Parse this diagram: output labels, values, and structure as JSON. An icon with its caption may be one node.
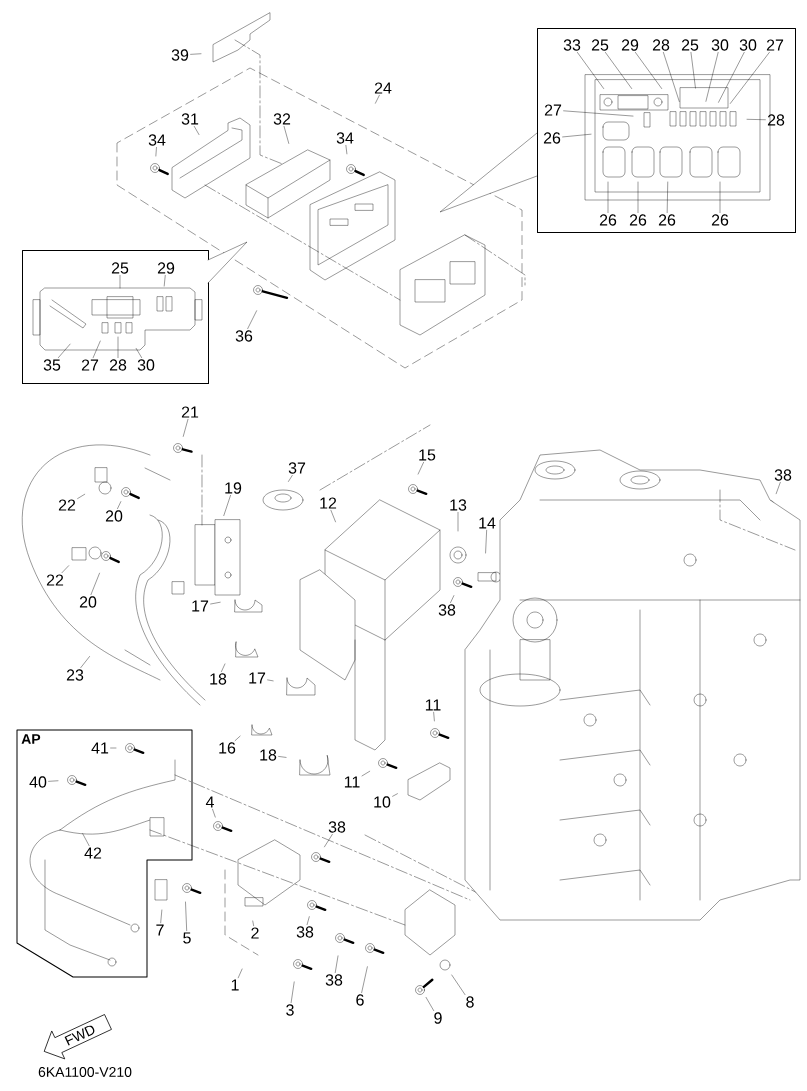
{
  "diagram": {
    "nodes": [
      {
        "text": [
          "39"
        ]
      },
      {
        "text": [
          "24"
        ]
      },
      {
        "text": [
          "31"
        ]
      },
      {
        "text": [
          "32"
        ]
      },
      {
        "text": [
          "34"
        ]
      },
      {
        "text": [
          "34"
        ]
      },
      {
        "text": [
          "36"
        ]
      },
      {
        "text": [],
        "shape": "box"
      },
      {
        "text": [
          "25"
        ],
        "in": 7
      },
      {
        "text": [
          "29"
        ],
        "in": 7
      },
      {
        "text": [
          "35"
        ],
        "in": 7
      },
      {
        "text": [
          "27"
        ],
        "in": 7
      },
      {
        "text": [
          "28"
        ],
        "in": 7
      },
      {
        "text": [
          "30"
        ],
        "in": 7
      },
      {
        "text": [],
        "shape": "box"
      },
      {
        "text": [
          "33"
        ],
        "in": 14
      },
      {
        "text": [
          "25"
        ],
        "in": 14
      },
      {
        "text": [
          "29"
        ],
        "in": 14
      },
      {
        "text": [
          "28"
        ],
        "in": 14
      },
      {
        "text": [
          "25"
        ],
        "in": 14
      },
      {
        "text": [
          "30"
        ],
        "in": 14
      },
      {
        "text": [
          "30"
        ],
        "in": 14
      },
      {
        "text": [
          "27"
        ],
        "in": 14
      },
      {
        "text": [
          "27"
        ],
        "in": 14
      },
      {
        "text": [
          "28"
        ],
        "in": 14
      },
      {
        "text": [
          "26"
        ],
        "in": 14
      },
      {
        "text": [
          "26"
        ],
        "in": 14
      },
      {
        "text": [
          "26"
        ],
        "in": 14
      },
      {
        "text": [
          "26"
        ],
        "in": 14
      },
      {
        "text": [
          "26"
        ],
        "in": 14
      },
      {
        "text": [
          "21"
        ]
      },
      {
        "text": [
          "22"
        ]
      },
      {
        "text": [
          "20"
        ]
      },
      {
        "text": [
          "19"
        ]
      },
      {
        "text": [
          "37"
        ]
      },
      {
        "text": [
          "12"
        ]
      },
      {
        "text": [
          "15"
        ]
      },
      {
        "text": [
          "13"
        ]
      },
      {
        "text": [
          "14"
        ]
      },
      {
        "text": [
          "38"
        ]
      },
      {
        "text": [
          "22"
        ]
      },
      {
        "text": [
          "20"
        ]
      },
      {
        "text": [
          "38"
        ]
      },
      {
        "text": [
          "17"
        ]
      },
      {
        "text": [
          "23"
        ]
      },
      {
        "text": [
          "18"
        ]
      },
      {
        "text": [
          "17"
        ]
      },
      {
        "text": [
          "11"
        ]
      },
      {
        "text": [
          "16"
        ]
      },
      {
        "text": [
          "18"
        ]
      },
      {
        "text": [
          "11"
        ]
      },
      {
        "text": [
          "10"
        ]
      },
      {
        "text": [
          "AP"
        ]
      },
      {
        "text": [
          "41"
        ],
        "in": 52
      },
      {
        "text": [
          "40"
        ],
        "in": 52
      },
      {
        "text": [
          "42"
        ],
        "in": 52
      },
      {
        "text": [
          "4"
        ]
      },
      {
        "text": [
          "38"
        ]
      },
      {
        "text": [
          "7"
        ]
      },
      {
        "text": [
          "5"
        ]
      },
      {
        "text": [
          "2"
        ]
      },
      {
        "text": [
          "38"
        ]
      },
      {
        "text": [
          "1"
        ]
      },
      {
        "text": [
          "38"
        ]
      },
      {
        "text": [
          "3"
        ]
      },
      {
        "text": [
          "6"
        ]
      },
      {
        "text": [
          "9"
        ]
      },
      {
        "text": [
          "8"
        ]
      },
      {
        "text": [
          "FWD"
        ]
      }
    ],
    "edges": [
      {
        "from": 0,
        "to": null,
        "arrow": "none"
      },
      {
        "from": 1,
        "to": null,
        "arrow": "none"
      },
      {
        "from": 2,
        "to": null,
        "arrow": "none"
      },
      {
        "from": 3,
        "to": null,
        "arrow": "none"
      },
      {
        "from": 4,
        "to": null,
        "arrow": "none"
      },
      {
        "from": 5,
        "to": null,
        "arrow": "none"
      },
      {
        "from": 6,
        "to": null,
        "arrow": "none"
      },
      {
        "from": 8,
        "to": null,
        "arrow": "none"
      },
      {
        "from": 9,
        "to": null,
        "arrow": "none"
      },
      {
        "from": 10,
        "to": null,
        "arrow": "none"
      },
      {
        "from": 11,
        "to": null,
        "arrow": "none"
      },
      {
        "from": 12,
        "to": null,
        "arrow": "none"
      },
      {
        "from": 13,
        "to": null,
        "arrow": "none"
      },
      {
        "from": 15,
        "to": null,
        "arrow": "none"
      },
      {
        "from": 16,
        "to": null,
        "arrow": "none"
      },
      {
        "from": 17,
        "to": null,
        "arrow": "none"
      },
      {
        "from": 18,
        "to": null,
        "arrow": "none"
      },
      {
        "from": 19,
        "to": null,
        "arrow": "none"
      },
      {
        "from": 20,
        "to": null,
        "arrow": "none"
      },
      {
        "from": 21,
        "to": null,
        "arrow": "none"
      },
      {
        "from": 22,
        "to": null,
        "arrow": "none"
      },
      {
        "from": 23,
        "to": null,
        "arrow": "none"
      },
      {
        "from": 24,
        "to": null,
        "arrow": "none"
      },
      {
        "from": 25,
        "to": null,
        "arrow": "none"
      },
      {
        "from": 26,
        "to": null,
        "arrow": "none"
      },
      {
        "from": 27,
        "to": null,
        "arrow": "none"
      },
      {
        "from": 28,
        "to": null,
        "arrow": "none"
      },
      {
        "from": 29,
        "to": null,
        "arrow": "none"
      },
      {
        "from": 30,
        "to": null,
        "arrow": "none"
      },
      {
        "from": 31,
        "to": null,
        "arrow": "none"
      },
      {
        "from": 32,
        "to": null,
        "arrow": "none"
      },
      {
        "from": 33,
        "to": null,
        "arrow": "none"
      },
      {
        "from": 34,
        "to": null,
        "arrow": "none"
      },
      {
        "from": 35,
        "to": null,
        "arrow": "none"
      },
      {
        "from": 36,
        "to": null,
        "arrow": "none"
      },
      {
        "from": 37,
        "to": null,
        "arrow": "none"
      },
      {
        "from": 38,
        "to": null,
        "arrow": "none"
      },
      {
        "from": 39,
        "to": null,
        "arrow": "none"
      },
      {
        "from": 40,
        "to": null,
        "arrow": "none"
      },
      {
        "from": 41,
        "to": null,
        "arrow": "none"
      },
      {
        "from": 42,
        "to": null,
        "arrow": "none"
      },
      {
        "from": 43,
        "to": null,
        "arrow": "none"
      },
      {
        "from": 44,
        "to": null,
        "arrow": "none"
      },
      {
        "from": 45,
        "to": null,
        "arrow": "none"
      },
      {
        "from": 46,
        "to": null,
        "arrow": "none"
      },
      {
        "from": 47,
        "to": null,
        "arrow": "none"
      },
      {
        "from": 48,
        "to": null,
        "arrow": "none"
      },
      {
        "from": 49,
        "to": null,
        "arrow": "none"
      },
      {
        "from": 50,
        "to": null,
        "arrow": "none"
      },
      {
        "from": 51,
        "to": null,
        "arrow": "none"
      },
      {
        "from": 53,
        "to": null,
        "arrow": "none"
      },
      {
        "from": 54,
        "to": null,
        "arrow": "none"
      },
      {
        "from": 55,
        "to": null,
        "arrow": "none"
      },
      {
        "from": 56,
        "to": null,
        "arrow": "none"
      },
      {
        "from": 57,
        "to": null,
        "arrow": "none"
      },
      {
        "from": 58,
        "to": null,
        "arrow": "none"
      },
      {
        "from": 59,
        "to": null,
        "arrow": "none"
      },
      {
        "from": 60,
        "to": null,
        "arrow": "none"
      },
      {
        "from": 61,
        "to": null,
        "arrow": "none"
      },
      {
        "from": 62,
        "to": null,
        "arrow": "none"
      },
      {
        "from": 63,
        "to": null,
        "arrow": "none"
      },
      {
        "from": 64,
        "to": null,
        "arrow": "none"
      },
      {
        "from": 65,
        "to": null,
        "arrow": "none"
      },
      {
        "from": 66,
        "to": null,
        "arrow": "none"
      },
      {
        "from": 67,
        "to": null,
        "arrow": "none"
      }
    ],
    "labels": [
      "6KA1100-V210"
    ]
  }
}
